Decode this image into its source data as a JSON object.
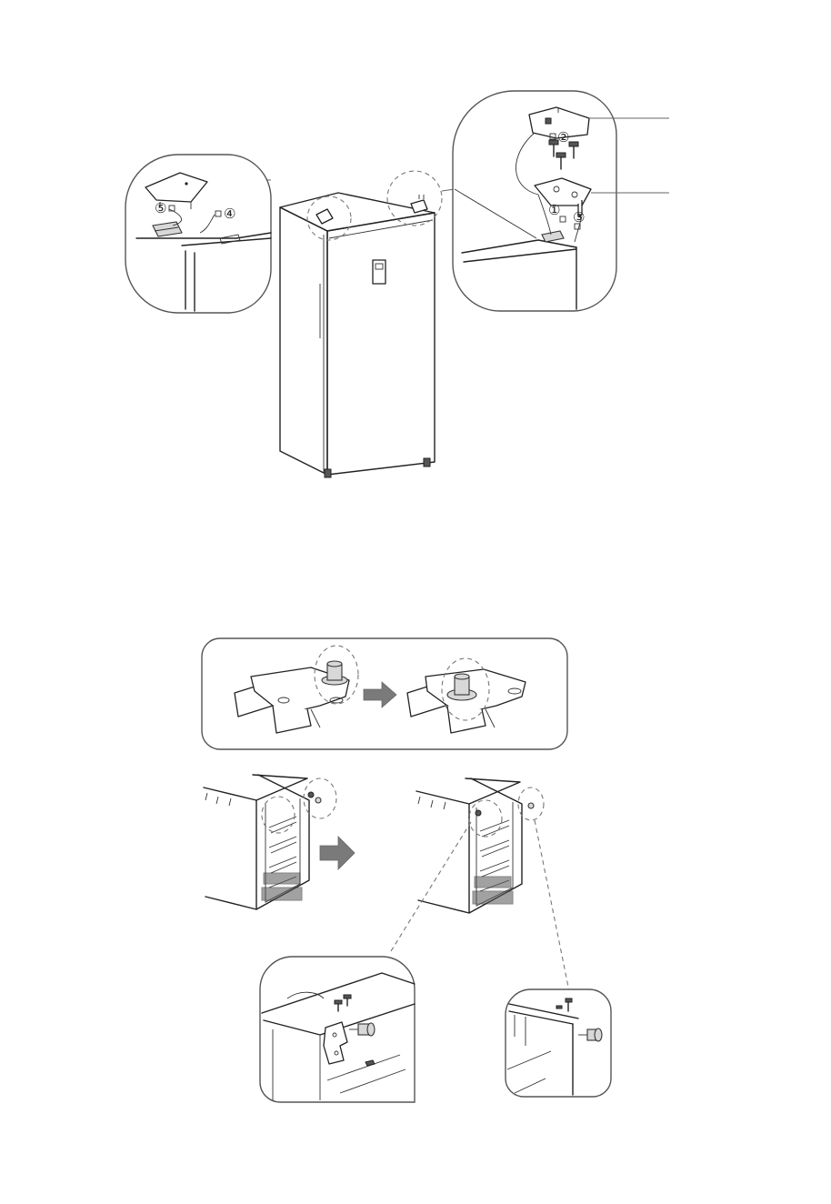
{
  "labels": {
    "step_1": "①",
    "step_2": "②",
    "step_3": "③",
    "step_4": "④",
    "step_5": "⑤"
  },
  "icons": {
    "arrow": "right-arrow-icon",
    "screw": "screw-icon",
    "foot": "adjustable-foot-icon"
  },
  "colors": {
    "line": "#222222",
    "arrow_fill": "#7a7a7a",
    "part_gray": "#d8d8d8",
    "panel_border": "#555555"
  }
}
